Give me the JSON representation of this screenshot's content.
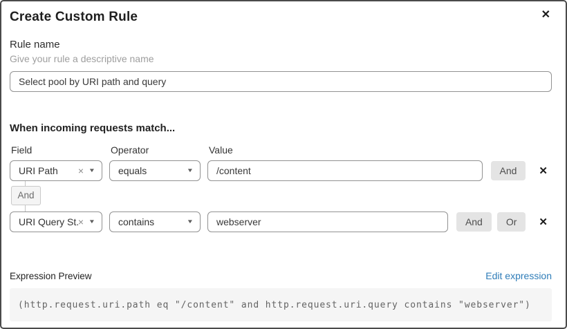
{
  "dialog": {
    "title": "Create Custom Rule",
    "close_icon": "✕"
  },
  "rule_name": {
    "label": "Rule name",
    "description": "Give your rule a descriptive name",
    "value": "Select pool by URI path and query"
  },
  "matcher": {
    "heading": "When incoming requests match...",
    "column_labels": {
      "field": "Field",
      "operator": "Operator",
      "value": "Value"
    },
    "connector_label": "And",
    "rows": [
      {
        "field": "URI Path",
        "operator": "equals",
        "value": "/content",
        "and_label": "And",
        "clear_icon": "×",
        "caret_icon": "▼",
        "remove_icon": "✕"
      },
      {
        "field": "URI Query St...",
        "operator": "contains",
        "value": "webserver",
        "and_label": "And",
        "or_label": "Or",
        "clear_icon": "×",
        "caret_icon": "▼",
        "remove_icon": "✕"
      }
    ]
  },
  "expression_preview": {
    "label": "Expression Preview",
    "edit_link": "Edit expression",
    "expression": "(http.request.uri.path eq \"/content\" and http.request.uri.query contains \"webserver\")"
  },
  "colors": {
    "link": "#2e7cb8",
    "button_bg": "#e4e4e4",
    "code_bg": "#f5f5f5",
    "border": "#4a4a4a"
  }
}
